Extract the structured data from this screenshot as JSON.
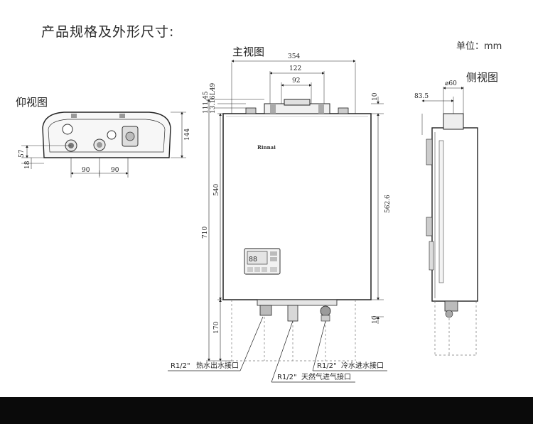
{
  "header": {
    "title": "产品规格及外形尺寸:",
    "unit": "单位：mm"
  },
  "views": {
    "main": "主视图",
    "side": "侧视图",
    "bottom": "仰视图"
  },
  "brand": "Rinnai",
  "display": {
    "readout": "88"
  },
  "dims": {
    "w354": "354",
    "w122": "122",
    "w92": "92",
    "h10_top": "10",
    "h10_bot": "10",
    "h111": "111.45",
    "h13": "13.16L49",
    "h540": "540",
    "h710": "710",
    "h562": "562.6",
    "h170": "170",
    "side_83": "83.5",
    "side_60": "⌀60",
    "b57": "57",
    "b18": "18",
    "b144": "144",
    "b90a": "90",
    "b90b": "90"
  },
  "connections": {
    "hot_out": {
      "size": "R1/2\"",
      "label": "热水出水接口"
    },
    "cold_in": {
      "size": "R1/2\"",
      "label": "冷水进水接口"
    },
    "gas_in": {
      "size": "R1/2\"",
      "label": "天然气进气接口"
    }
  }
}
